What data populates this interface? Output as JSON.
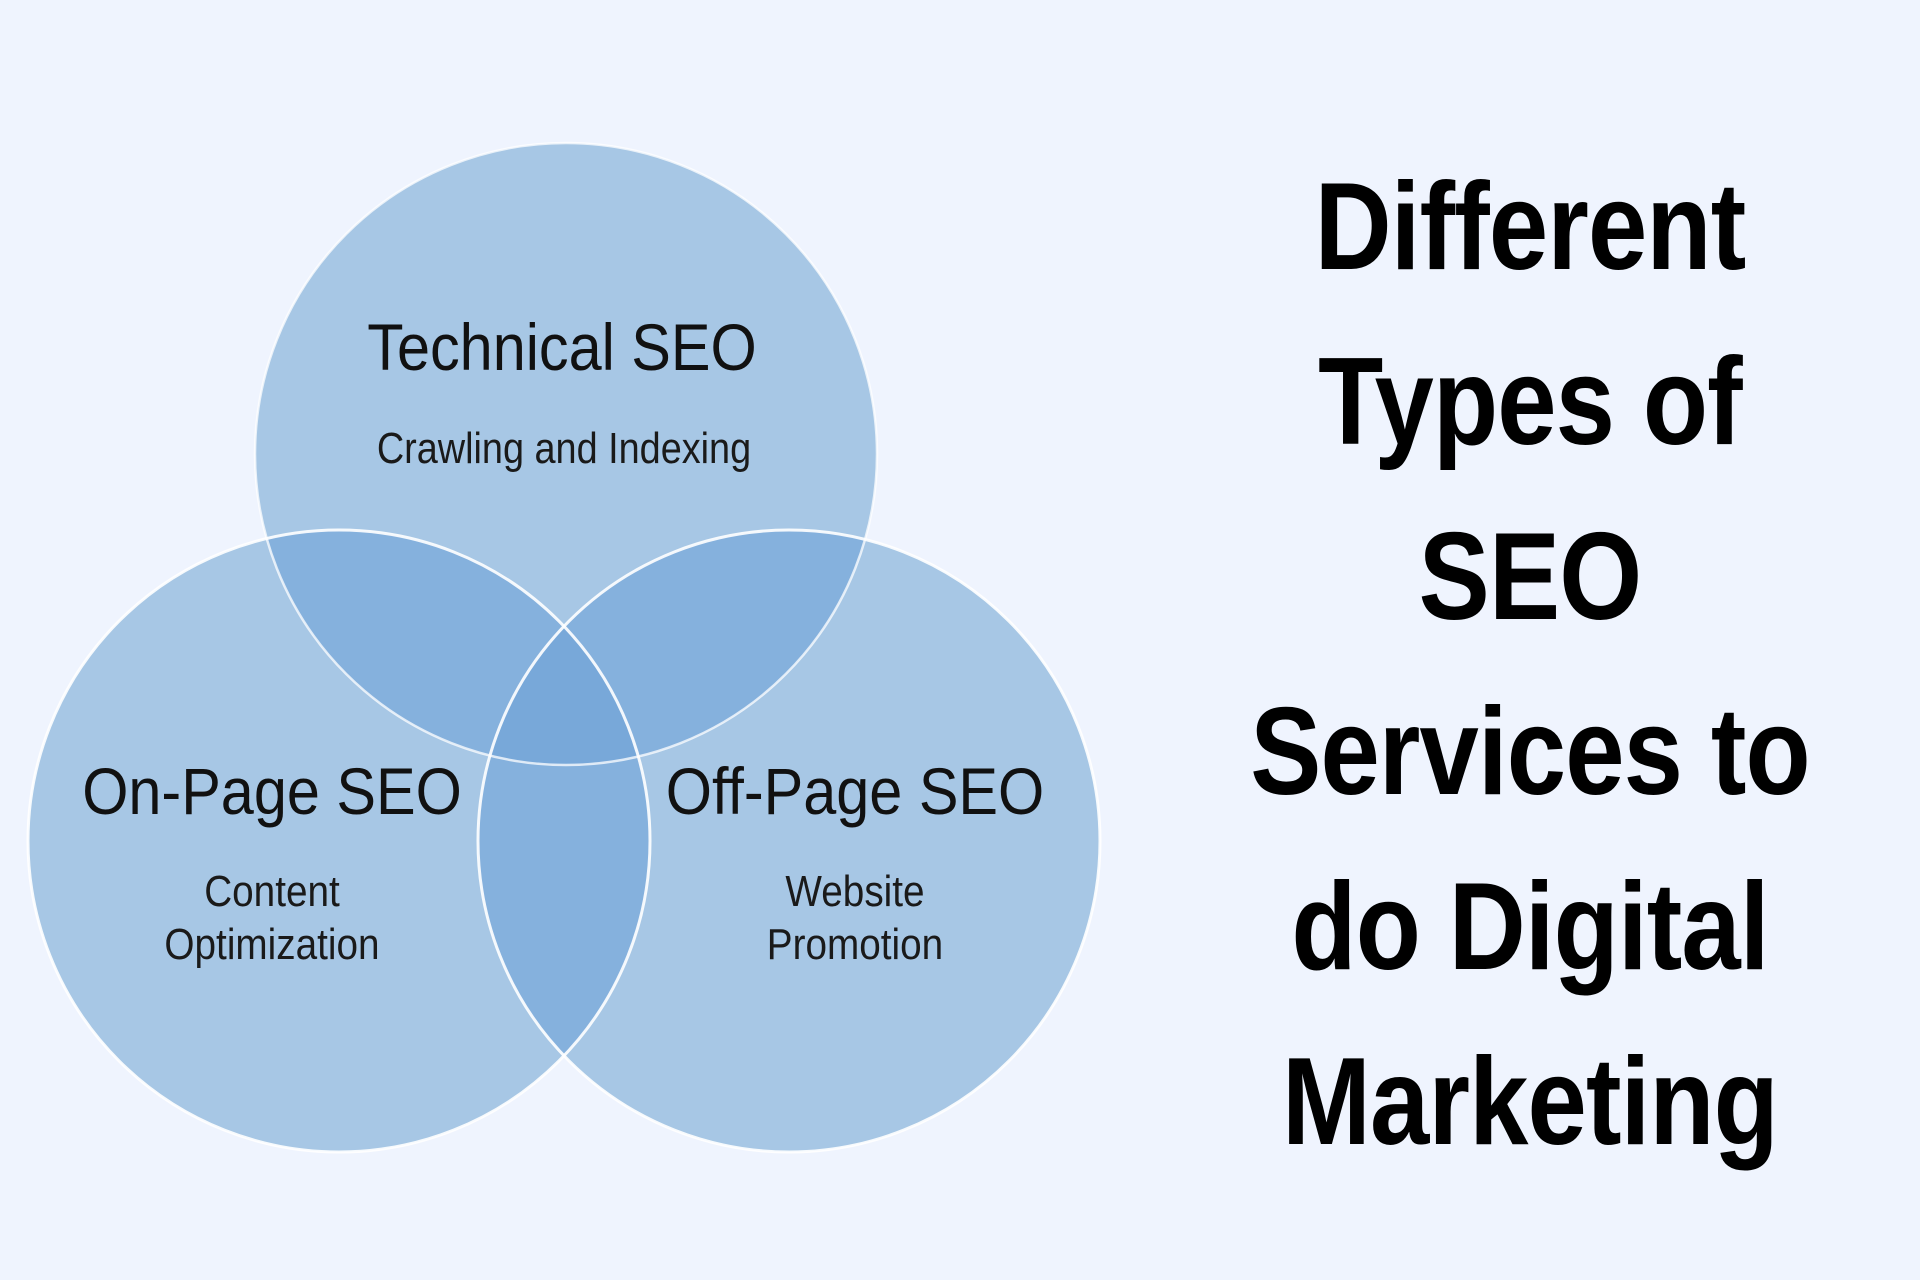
{
  "colors": {
    "background": "#eff4fe",
    "circle_fill": "#a7c7e5",
    "pair_overlap": "#85b1dd",
    "triple_overlap": "#78a8d9",
    "circle_stroke": "#ffffff",
    "text": "#111111"
  },
  "venn": {
    "circles": [
      {
        "id": "technical",
        "title": "Technical SEO",
        "subtitle_lines": [
          "Crawling and Indexing"
        ]
      },
      {
        "id": "on_page",
        "title": "On-Page SEO",
        "subtitle_lines": [
          "Content",
          "Optimization"
        ]
      },
      {
        "id": "off_page",
        "title": "Off-Page SEO",
        "subtitle_lines": [
          "Website",
          "Promotion"
        ]
      }
    ]
  },
  "headline": {
    "lines": [
      "Different",
      "Types of",
      "SEO",
      "Services to",
      "do Digital",
      "Marketing"
    ]
  }
}
